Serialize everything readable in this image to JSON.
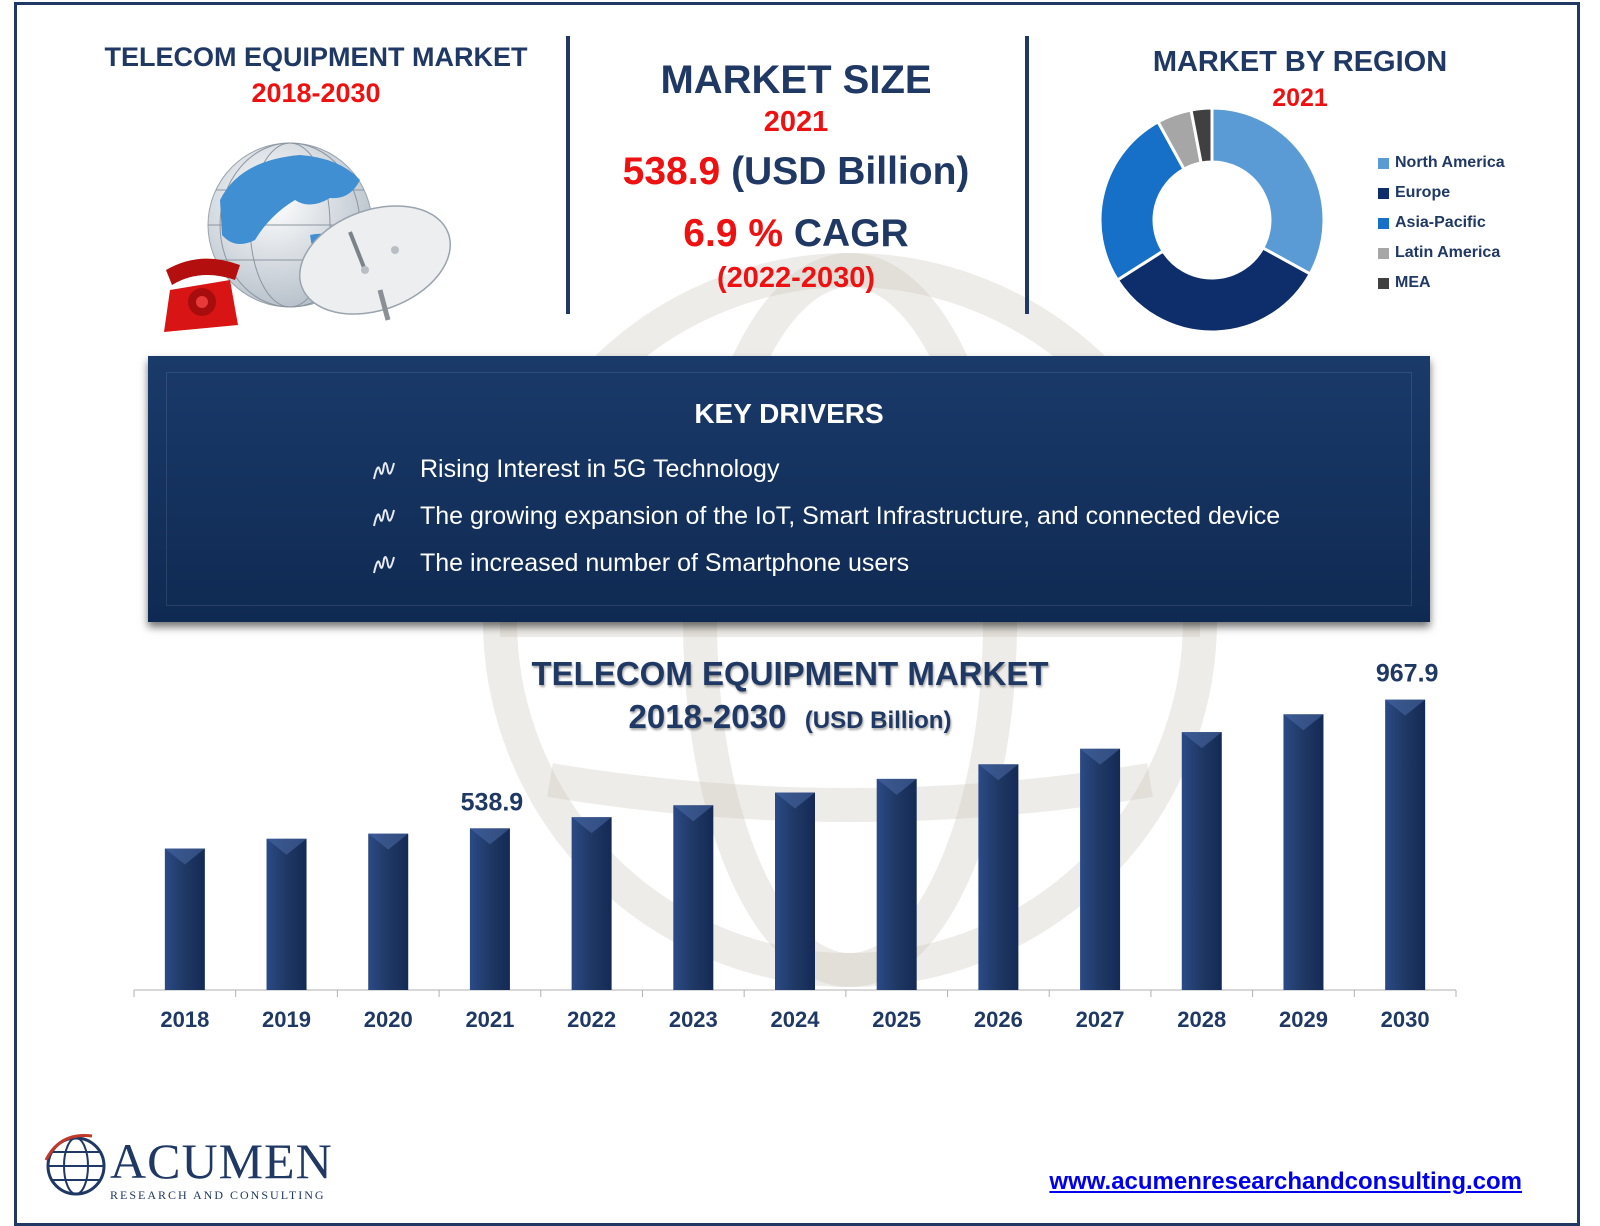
{
  "left": {
    "title": "TELECOM EQUIPMENT MARKET",
    "years": "2018-2030"
  },
  "center": {
    "title": "MARKET SIZE",
    "year": "2021",
    "size_value": "538.9",
    "size_unit": " (USD Billion)",
    "cagr_value": "6.9 %",
    "cagr_label": " CAGR",
    "cagr_period": "(2022-2030)"
  },
  "region": {
    "title": "MARKET BY REGION",
    "year": "2021"
  },
  "drivers": {
    "title": "KEY DRIVERS",
    "items": [
      "Rising Interest in 5G Technology",
      "The growing expansion of the IoT, Smart Infrastructure, and connected device",
      "The increased number of Smartphone users"
    ]
  },
  "bar_chart_header": {
    "title": "TELECOM EQUIPMENT MARKET",
    "subtitle_years": "2018-2030",
    "subtitle_unit": "(USD Billion)"
  },
  "footer": {
    "logo_name": "ACUMEN",
    "logo_tagline": "RESEARCH AND CONSULTING",
    "url": "www.acumenresearchandconsulting.com"
  },
  "chart_data": [
    {
      "type": "pie",
      "title": "MARKET BY REGION",
      "subtitle": "2021",
      "categories": [
        "North America",
        "Europe",
        "Asia-Pacific",
        "Latin America",
        "MEA"
      ],
      "values": [
        33,
        33,
        26,
        5,
        3
      ],
      "colors": [
        "#5b9bd5",
        "#0d2d6b",
        "#1670c7",
        "#a6a6a6",
        "#404040"
      ],
      "legend": "right"
    },
    {
      "type": "bar",
      "title": "TELECOM EQUIPMENT MARKET",
      "subtitle": "2018-2030 (USD Billion)",
      "categories": [
        "2018",
        "2019",
        "2020",
        "2021",
        "2022",
        "2023",
        "2024",
        "2025",
        "2026",
        "2027",
        "2028",
        "2029",
        "2030"
      ],
      "values": [
        471.6,
        504.2,
        521.2,
        538.9,
        576.1,
        615.8,
        658.3,
        703.7,
        752.3,
        804.2,
        859.7,
        919.0,
        967.9
      ],
      "data_labels": {
        "3": "538.9",
        "12": "967.9"
      },
      "color": "#1f3864",
      "ylim": [
        0,
        1050
      ],
      "grid": false
    }
  ]
}
